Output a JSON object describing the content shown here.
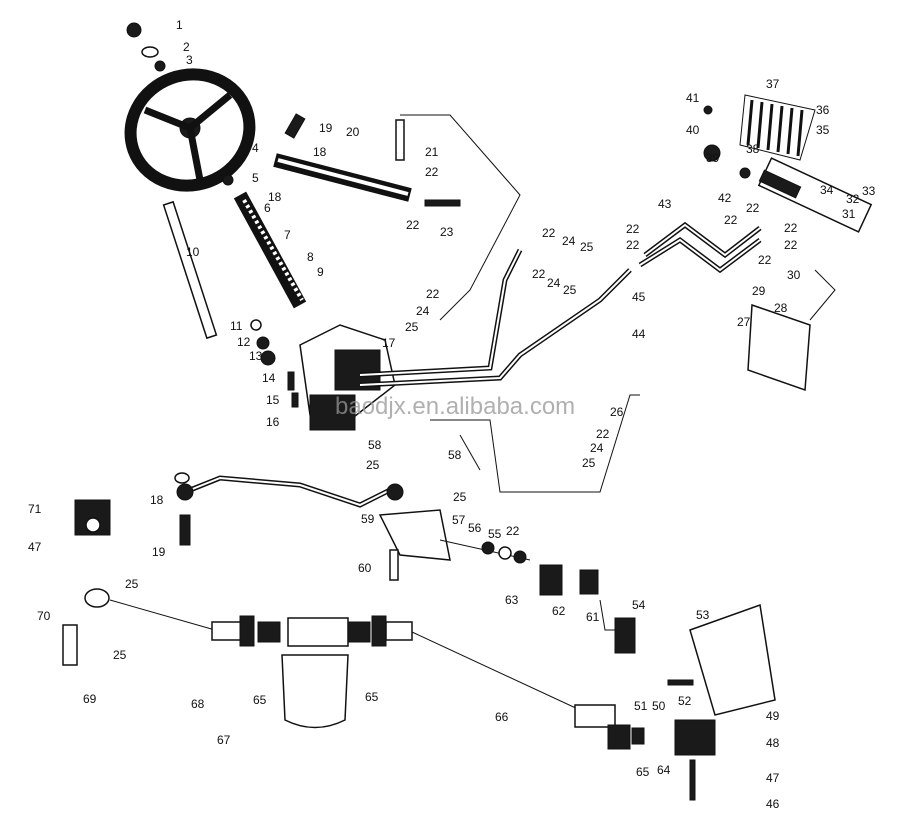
{
  "diagram": {
    "title": "Steering system exploded parts diagram",
    "watermark": "baodjx.en.alibaba.com",
    "callouts": [
      "1",
      "2",
      "3",
      "4",
      "5",
      "18",
      "6",
      "7",
      "8",
      "9",
      "10",
      "11",
      "12",
      "13",
      "14",
      "15",
      "16",
      "17",
      "19",
      "18",
      "20",
      "21",
      "22",
      "22",
      "23",
      "22",
      "24",
      "25",
      "22",
      "24",
      "25",
      "22",
      "24",
      "25",
      "22",
      "22",
      "43",
      "45",
      "44",
      "42",
      "22",
      "22",
      "22",
      "22",
      "22",
      "34",
      "32",
      "33",
      "31",
      "37",
      "36",
      "35",
      "41",
      "40",
      "39",
      "38",
      "30",
      "29",
      "28",
      "27",
      "26",
      "22",
      "24",
      "25",
      "58",
      "25",
      "58",
      "25",
      "18",
      "19",
      "59",
      "60",
      "57",
      "56",
      "55",
      "22",
      "63",
      "62",
      "61",
      "54",
      "53",
      "51",
      "50",
      "52",
      "49",
      "48",
      "47",
      "46",
      "64",
      "65",
      "66",
      "67",
      "68",
      "65",
      "65",
      "69",
      "25",
      "70",
      "47",
      "25",
      "71"
    ]
  }
}
